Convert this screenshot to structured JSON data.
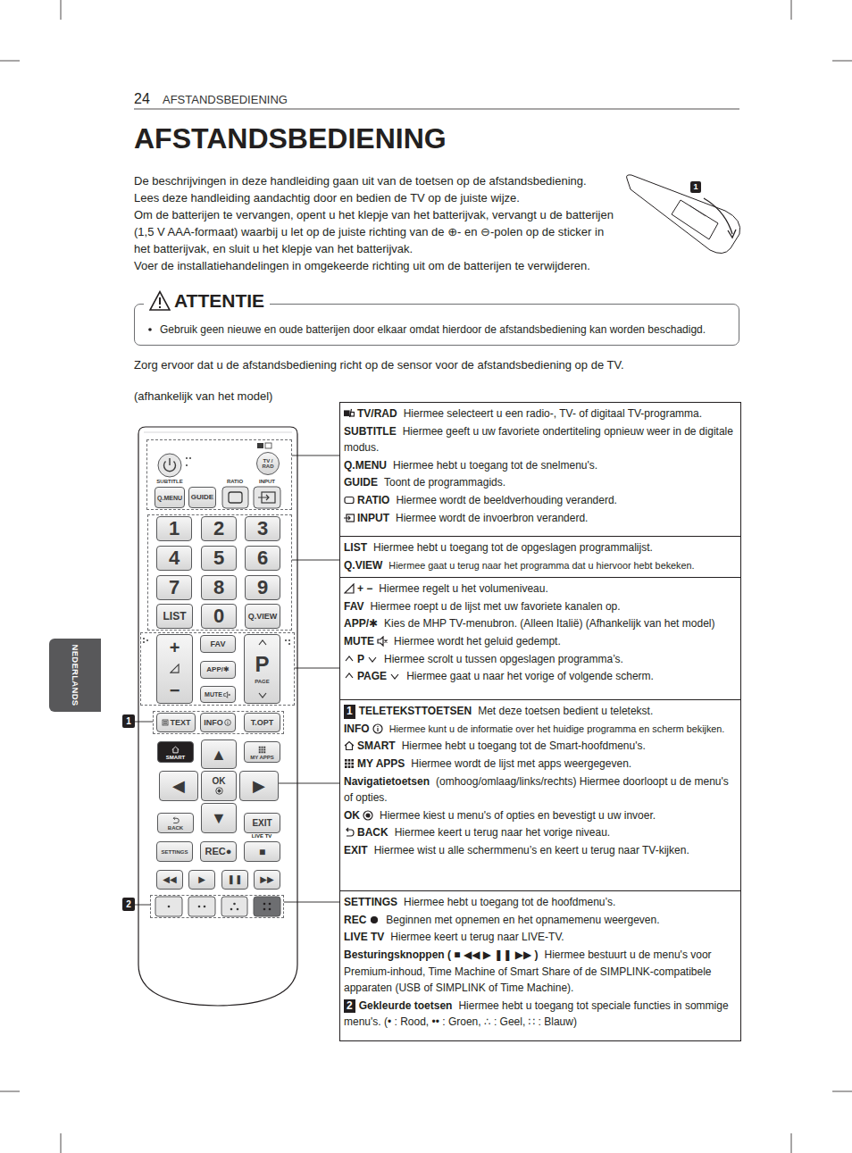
{
  "diagram": {
    "title": "AFSTANDSBEDIENING",
    "nodes": [
      {
        "text": [
          "1"
        ]
      },
      {
        "text": [
          "ATTENTIE",
          "Gebruik geen nieuwe en oude batterijen door elkaar omdat hierdoor de afstandsbediening kan worden beschadigd."
        ]
      },
      {
        "text": [
          "NEDERLANDS"
        ]
      },
      {
        "text": [
          "SUBTITLE",
          "RATIO",
          "INPUT"
        ]
      },
      {
        "text": [
          "TV / RAD"
        ],
        "in": 3
      },
      {
        "text": [
          "Q.MENU"
        ],
        "in": 3
      },
      {
        "text": [
          "GUIDE"
        ],
        "in": 3
      },
      {
        "text": []
      },
      {
        "text": [
          "1"
        ],
        "in": 7
      },
      {
        "text": [
          "2"
        ],
        "in": 7
      },
      {
        "text": [
          "3"
        ],
        "in": 7
      },
      {
        "text": [
          "4"
        ],
        "in": 7
      },
      {
        "text": [
          "5"
        ],
        "in": 7
      },
      {
        "text": [
          "6"
        ],
        "in": 7
      },
      {
        "text": [
          "7"
        ],
        "in": 7
      },
      {
        "text": [
          "8"
        ],
        "in": 7
      },
      {
        "text": [
          "9"
        ],
        "in": 7
      },
      {
        "text": [
          "LIST"
        ],
        "in": 7
      },
      {
        "text": [
          "0"
        ],
        "in": 7
      },
      {
        "text": [
          "Q.VIEW"
        ],
        "in": 7
      },
      {
        "text": []
      },
      {
        "text": [
          "+",
          "−"
        ],
        "in": 20
      },
      {
        "text": [
          "FAV"
        ],
        "in": 20
      },
      {
        "text": [
          "APP/✱"
        ],
        "in": 20
      },
      {
        "text": [
          "MUTE"
        ],
        "in": 20
      },
      {
        "text": [
          "P",
          "PAGE"
        ],
        "in": 20
      },
      {
        "text": [
          "1"
        ]
      },
      {
        "text": []
      },
      {
        "text": [
          "TEXT"
        ],
        "in": 27
      },
      {
        "text": [
          "INFO"
        ],
        "in": 27
      },
      {
        "text": [
          "T.OPT"
        ],
        "in": 27
      },
      {
        "text": [
          "SMART"
        ]
      },
      {
        "text": [
          "MY APPS"
        ]
      },
      {
        "text": [
          "▲"
        ]
      },
      {
        "text": [
          "◀"
        ]
      },
      {
        "text": [
          "OK"
        ]
      },
      {
        "text": [
          "▶"
        ]
      },
      {
        "text": [
          "BACK"
        ]
      },
      {
        "text": [
          "▼"
        ]
      },
      {
        "text": [
          "EXIT"
        ]
      },
      {
        "text": [
          "SETTINGS"
        ]
      },
      {
        "text": [
          "REC●"
        ]
      },
      {
        "text": [
          "■"
        ]
      },
      {
        "text": [
          "◀◀"
        ]
      },
      {
        "text": [
          "▶"
        ]
      },
      {
        "text": [
          "❚❚"
        ]
      },
      {
        "text": [
          "▶▶"
        ]
      },
      {
        "text": [
          "2"
        ]
      },
      {
        "text": []
      },
      {
        "text": [
          "TV/RAD",
          "Hiermee selecteert u een radio-, TV- of digitaal TV-programma.",
          "SUBTITLE",
          "Hiermee geeft u uw favoriete ondertiteling opnieuw weer in de digitale modus.",
          "Q.MENU",
          "Hiermee hebt u toegang tot de snelmenu's.",
          "GUIDE",
          "Toont de programmagids.",
          "RATIO",
          "Hiermee wordt de beeldverhouding veranderd.",
          "INPUT",
          "Hiermee wordt de invoerbron veranderd."
        ]
      },
      {
        "text": [
          "LIST",
          "Hiermee hebt u toegang tot de opgeslagen programmalijst.",
          "Q.VIEW",
          "Hiermee gaat u terug naar het programma dat u hiervoor hebt bekeken."
        ]
      },
      {
        "text": [
          "+ −",
          "Hiermee regelt u het volumeniveau.",
          "FAV",
          "Hiermee roept u de lijst met uw favoriete kanalen op.",
          "APP/✱",
          "Kies de MHP TV-menubron. (Alleen Italië) (Afhankelijk van het model)",
          "MUTE",
          "Hiermee wordt het geluid gedempt.",
          "P",
          "Hiermee scrolt u tussen opgeslagen programma’s.",
          "PAGE",
          "Hiermee gaat u naar het vorige of volgende scherm."
        ]
      },
      {
        "text": [
          "1",
          "TELETEKSTTOETSEN",
          "Met deze toetsen bedient u teletekst.",
          "INFO",
          "Hiermee kunt u de informatie over het huidige programma en scherm bekijken.",
          "SMART",
          "Hiermee hebt u toegang tot de Smart-hoofdmenu's.",
          "MY APPS",
          "Hiermee wordt de lijst met apps weergegeven.",
          "Navigatietoetsen",
          "(omhoog/omlaag/links/rechts) Hiermee doorloopt u de menu's of opties.",
          "OK",
          "Hiermee kiest u menu's of opties en bevestigt u uw invoer.",
          "BACK",
          "Hiermee keert u terug naar het vorige niveau.",
          "EXIT",
          "Hiermee wist u alle schermmenu’s en keert u terug naar TV-kijken."
        ]
      },
      {
        "text": [
          "SETTINGS",
          "Hiermee hebt u toegang tot de hoofdmenu’s.",
          "REC",
          "Beginnen met opnemen en het opnamemenu weergeven.",
          "LIVE TV",
          "Hiermee keert u terug naar LIVE-TV.",
          "Besturingsknoppen ( ■ ◀◀ ▶ ❚❚ ▶▶ )",
          "Hiermee bestuurt u de menu's voor Premium-inhoud, Time Machine of Smart Share of de SIMPLINK-compatibele apparaten (USB of SIMPLINK of Time Machine).",
          "2",
          "Gekleurde toetsen",
          "Hiermee hebt u toegang tot speciale functies in sommige menu's. (• : Rood, •• : Groen, ∴ : Geel, ∷ : Blauw)"
        ]
      }
    ],
    "edges": [
      {
        "from": 3,
        "to": 49,
        "arrow": "none"
      },
      {
        "from": 7,
        "to": 50,
        "arrow": "none"
      },
      {
        "from": 20,
        "to": 51,
        "arrow": "none"
      },
      {
        "from": 36,
        "to": 52,
        "arrow": "none"
      },
      {
        "from": 48,
        "to": 53,
        "arrow": "none"
      },
      {
        "from": 26,
        "to": 27,
        "arrow": "none"
      },
      {
        "from": 47,
        "to": 48,
        "arrow": "none"
      }
    ],
    "labels": [
      "24",
      "AFSTANDSBEDIENING",
      "De beschrijvingen in deze handleiding gaan uit van de toetsen op de afstandsbediening.",
      "Lees deze handleiding aandachtig door en bedien de TV op de juiste wijze.",
      "Om de batterijen te vervangen, opent u het klepje van het batterijvak, vervangt u de batterijen (1,5 V AAA-formaat) waarbij u let op de juiste richting van de ⊕- en ⊖-polen op de sticker in het batterijvak, en sluit u het klepje van het batterijvak.",
      "Voer de installatiehandelingen in omgekeerde richting uit om de batterijen te verwijderen.",
      "Zorg ervoor dat u de afstandsbediening richt op de sensor voor de afstandsbediening op de TV.",
      "(afhankelijk van het model)",
      "LIVE TV"
    ]
  }
}
